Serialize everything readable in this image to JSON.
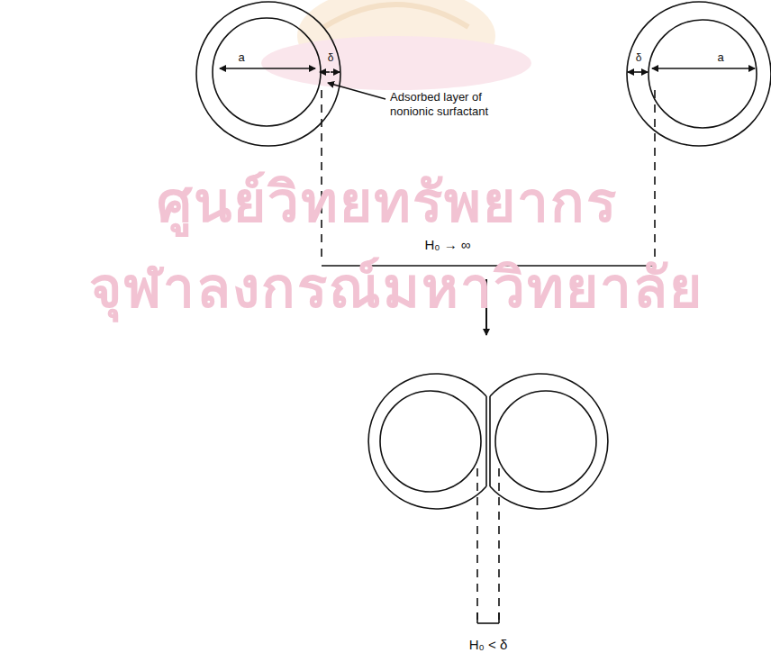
{
  "diagram": {
    "labels": [
      "ศูนย์วิทยทรัพยากร",
      "a",
      "δ",
      "Adsorbed layer of nonionic surfactant",
      "δ",
      "a",
      "จุฬาลงกรณ์มหาวิทยาลัย",
      "H₀ → ∞",
      "H₀ < δ"
    ]
  }
}
